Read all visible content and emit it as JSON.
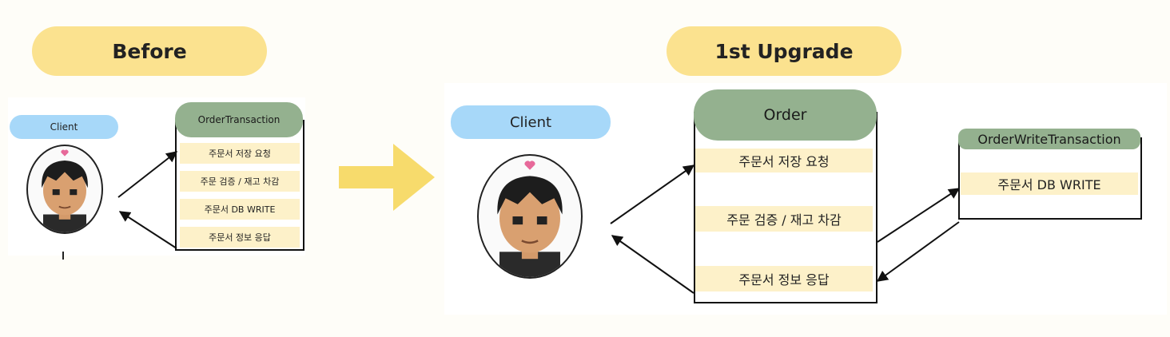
{
  "before": {
    "title": "Before",
    "client_label": "Client",
    "box_title": "OrderTransaction",
    "steps": [
      "주문서 저장 요청",
      "주문 검증 / 재고 차감",
      "주문서 DB WRITE",
      "주문서 정보 응답"
    ]
  },
  "after": {
    "title": "1st Upgrade",
    "client_label": "Client",
    "order_title": "Order",
    "order_steps": [
      "주문서 저장 요청",
      "주문 검증 / 재고 차감",
      "주문서 정보 응답"
    ],
    "write_title": "OrderWriteTransaction",
    "write_steps": [
      "주문서 DB WRITE"
    ]
  },
  "colors": {
    "title_pill": "#fbe28f",
    "client_pill": "#a7d8f9",
    "box_header": "#94b18f",
    "step_fill": "#fdf1c9",
    "arrow": "#f7db6c"
  }
}
